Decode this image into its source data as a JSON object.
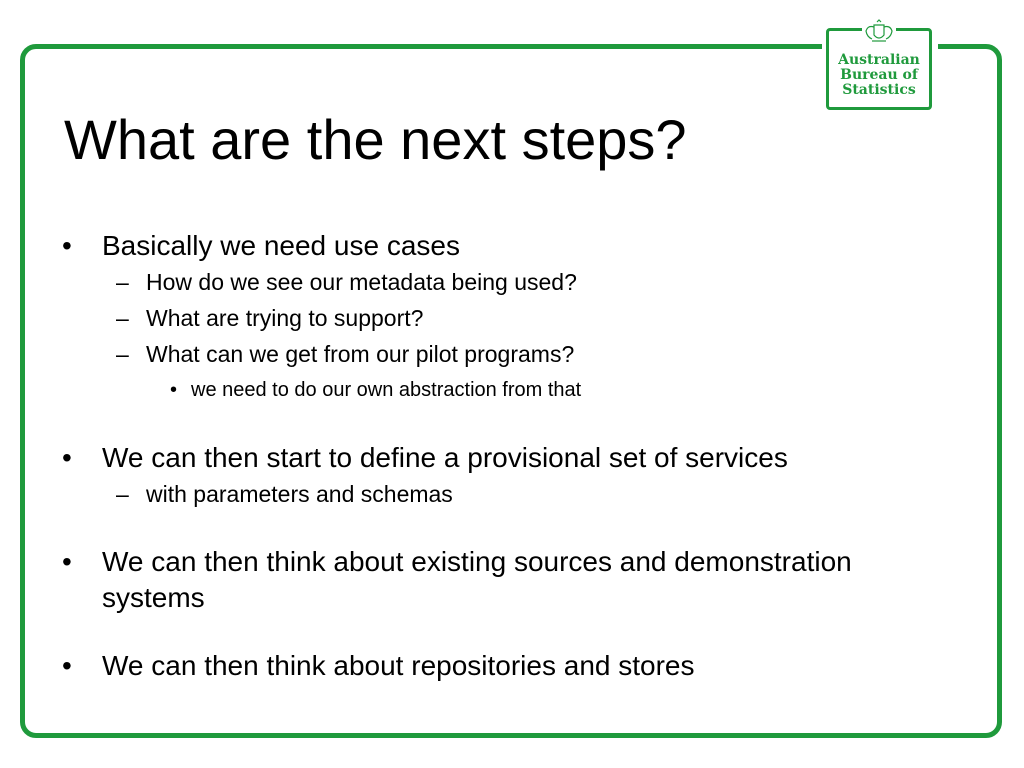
{
  "slide": {
    "title": "What are the next steps?",
    "logo": {
      "line1": "Australian",
      "line2": "Bureau of",
      "line3": "Statistics",
      "crest_icon": "coat-of-arms-icon",
      "color": "#1f9a3c"
    },
    "frame_color": "#1f9a3c",
    "bullets": [
      {
        "text": "Basically we need use cases",
        "children": [
          {
            "text": "How do we see our metadata being used?"
          },
          {
            "text": "What are trying to support?"
          },
          {
            "text": "What can we get from our pilot programs?",
            "children": [
              {
                "text": "we need to do our own abstraction from that"
              }
            ]
          }
        ]
      },
      {
        "text": "We can then start to define a provisional set of services",
        "children": [
          {
            "text": "with parameters and schemas"
          }
        ]
      },
      {
        "text": "We can then think about existing sources and demonstration systems"
      },
      {
        "text": "We can then think about repositories and stores"
      }
    ],
    "markers": {
      "bullet": "•",
      "dash": "–"
    }
  }
}
